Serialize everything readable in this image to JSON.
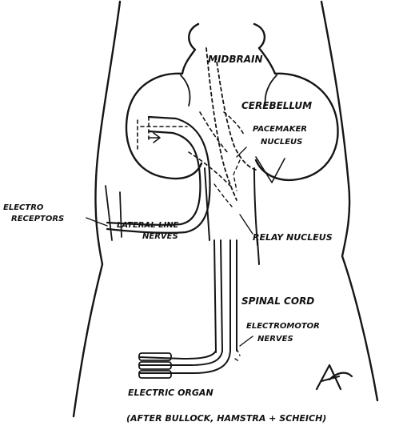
{
  "diagram": {
    "labels": {
      "midbrain": "MIDBRAIN",
      "cerebellum": "CEREBELLUM",
      "pacemaker_line1": "PACEMAKER",
      "pacemaker_line2": "NUCLEUS",
      "electroreceptors_line1": "ELECTRO",
      "electroreceptors_line2": "RECEPTORS",
      "lateral_line_line1": "LATERAL LINE",
      "lateral_line_line2": "NERVES",
      "relay_nucleus": "RELAY NUCLEUS",
      "spinal_cord": "SPINAL CORD",
      "electromotor_line1": "ELECTROMOTOR",
      "electromotor_line2": "NERVES",
      "electric_organ": "ELECTRIC ORGAN",
      "credit": "(AFTER BULLOCK, HAMSTRA + SCHEICH)"
    },
    "ink_color": "#151515",
    "background_color": "#ffffff"
  }
}
